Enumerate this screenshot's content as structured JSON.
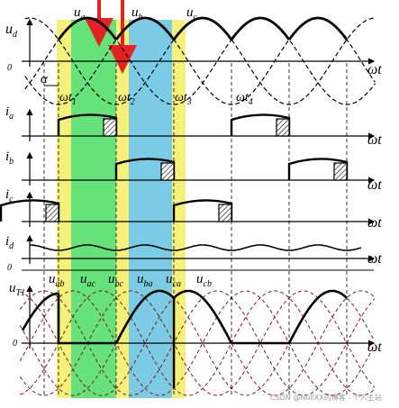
{
  "waveform_labels": {
    "ud": {
      "main": "u",
      "sub": "d"
    },
    "ua": {
      "main": "u",
      "sub": "a"
    },
    "ub": {
      "main": "u",
      "sub": "b"
    },
    "uc": {
      "main": "u",
      "sub": "c"
    },
    "ia": {
      "main": "i",
      "sub": "a"
    },
    "ib": {
      "main": "i",
      "sub": "b"
    },
    "ic": {
      "main": "i",
      "sub": "c"
    },
    "id": {
      "main": "i",
      "sub": "d"
    },
    "uT1": {
      "main": "u",
      "sub": "T1"
    }
  },
  "line_voltage_labels": [
    {
      "main": "u",
      "sub": "ab"
    },
    {
      "main": "u",
      "sub": "ac"
    },
    {
      "main": "u",
      "sub": "bc"
    },
    {
      "main": "u",
      "sub": "ba"
    },
    {
      "main": "u",
      "sub": "ca"
    },
    {
      "main": "u",
      "sub": "cb"
    }
  ],
  "time_markers": [
    {
      "main": "ωt",
      "sub": "1"
    },
    {
      "main": "ωt",
      "sub": "2"
    },
    {
      "main": "ωt",
      "sub": "3"
    },
    {
      "main": "ωt",
      "sub": "4"
    }
  ],
  "axis_label": "ωt",
  "origin_label": "0",
  "angle_label": "α",
  "highlight_colors": {
    "green": "#66e27a",
    "yellow": "#f4f07a",
    "blue": "#7ccbe6",
    "arrow": "#e52222"
  },
  "watermark": "CSDN @NullXX的博客 - 个人主站"
}
